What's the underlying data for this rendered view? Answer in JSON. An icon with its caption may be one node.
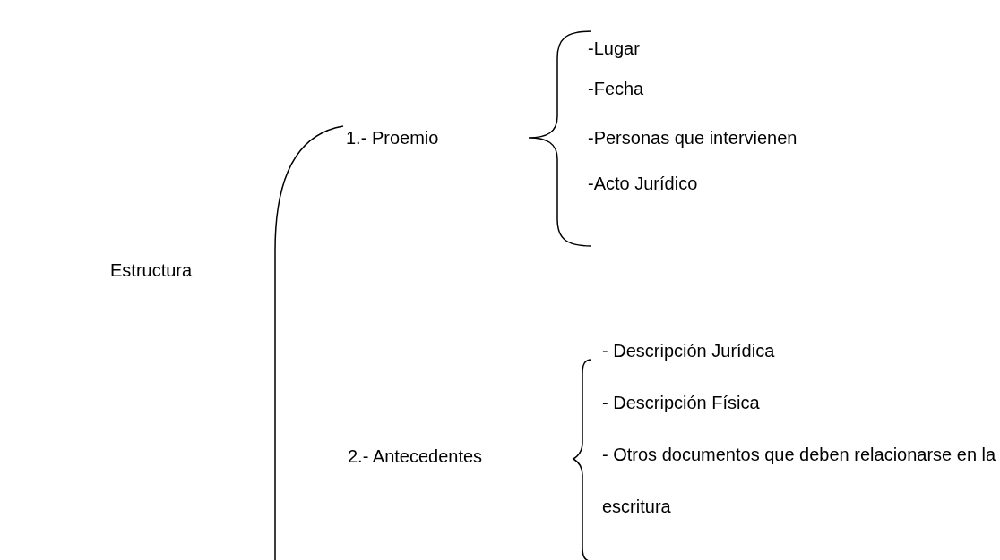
{
  "diagram": {
    "labels": [
      "Estructura",
      "1.- Proemio",
      "-Lugar",
      "-Fecha",
      "-Personas que intervienen",
      "-Acto Jurídico",
      "2.- Antecedentes",
      "- Descripción Jurídica",
      "- Descripción Física",
      "- Otros documentos que deben relacionarse en la escritura"
    ]
  }
}
